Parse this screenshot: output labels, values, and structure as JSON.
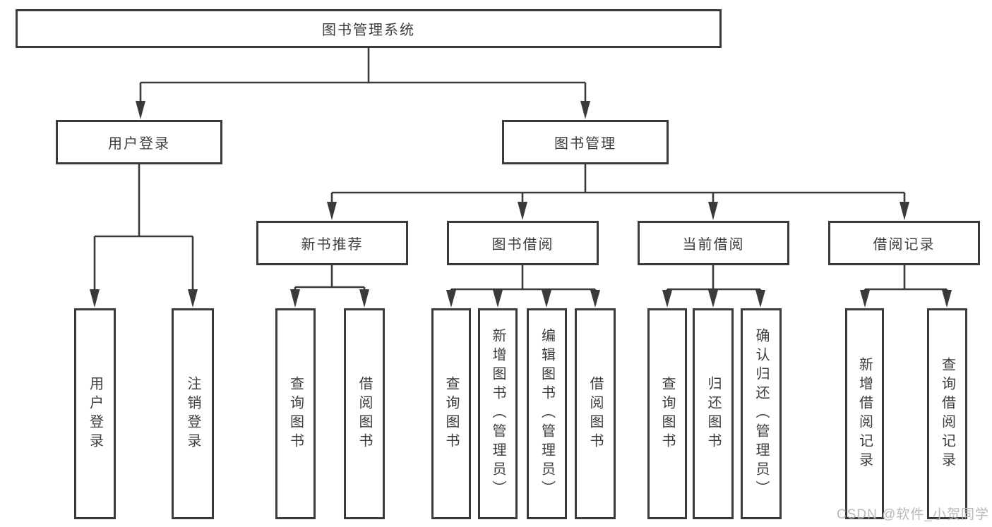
{
  "diagram": {
    "root": "图书管理系统",
    "branches": [
      {
        "label": "用户登录",
        "children": [
          "用户登录",
          "注销登录"
        ]
      },
      {
        "label": "图书管理",
        "children": [
          {
            "label": "新书推荐",
            "children": [
              "查询图书",
              "借阅图书"
            ]
          },
          {
            "label": "图书借阅",
            "children": [
              "查询图书",
              "新增图书（管理员）",
              "编辑图书（管理员）",
              "借阅图书"
            ]
          },
          {
            "label": "当前借阅",
            "children": [
              "查询图书",
              "归还图书",
              "确认归还（管理员）"
            ]
          },
          {
            "label": "借阅记录",
            "children": [
              "新增借阅记录",
              "查询借阅记录"
            ]
          }
        ]
      }
    ]
  },
  "watermark": "CSDN @软件_小贺同学",
  "colors": {
    "line": "#3a3a3a",
    "text": "#3d3d3d",
    "watermark": "#b9b9b9",
    "background": "#ffffff"
  }
}
